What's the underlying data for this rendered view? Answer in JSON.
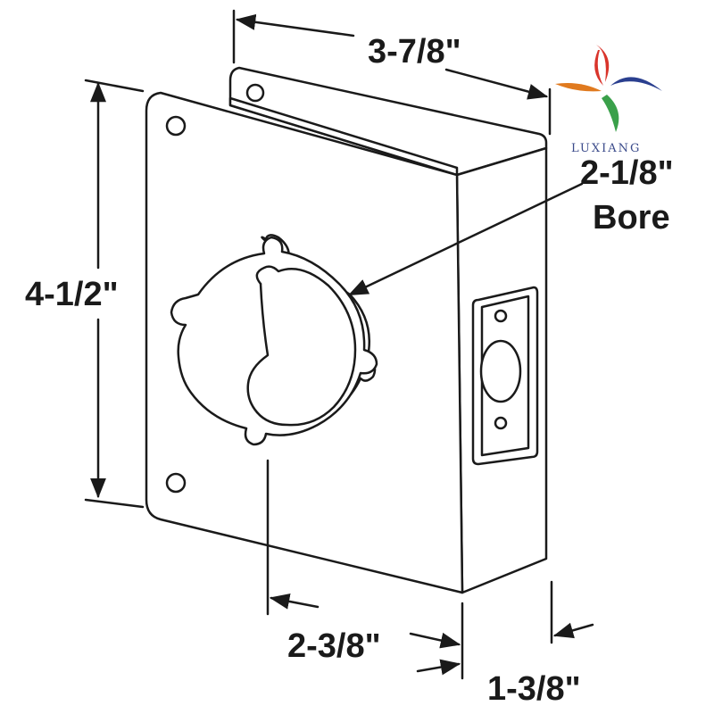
{
  "dimensions": {
    "width": "3-7/8\"",
    "height": "4-1/2\"",
    "bore_size": "2-1/8\"",
    "bore_word": "Bore",
    "backset": "2-3/8\"",
    "thickness": "1-3/8\""
  },
  "logo": {
    "brand": "LUXIANG",
    "colors": [
      "#d9342b",
      "#2a3f8f",
      "#e07a1f",
      "#3aa04a"
    ]
  },
  "colors": {
    "line": "#1a1a1a",
    "face": "#ffffff",
    "side": "#ffffff"
  }
}
